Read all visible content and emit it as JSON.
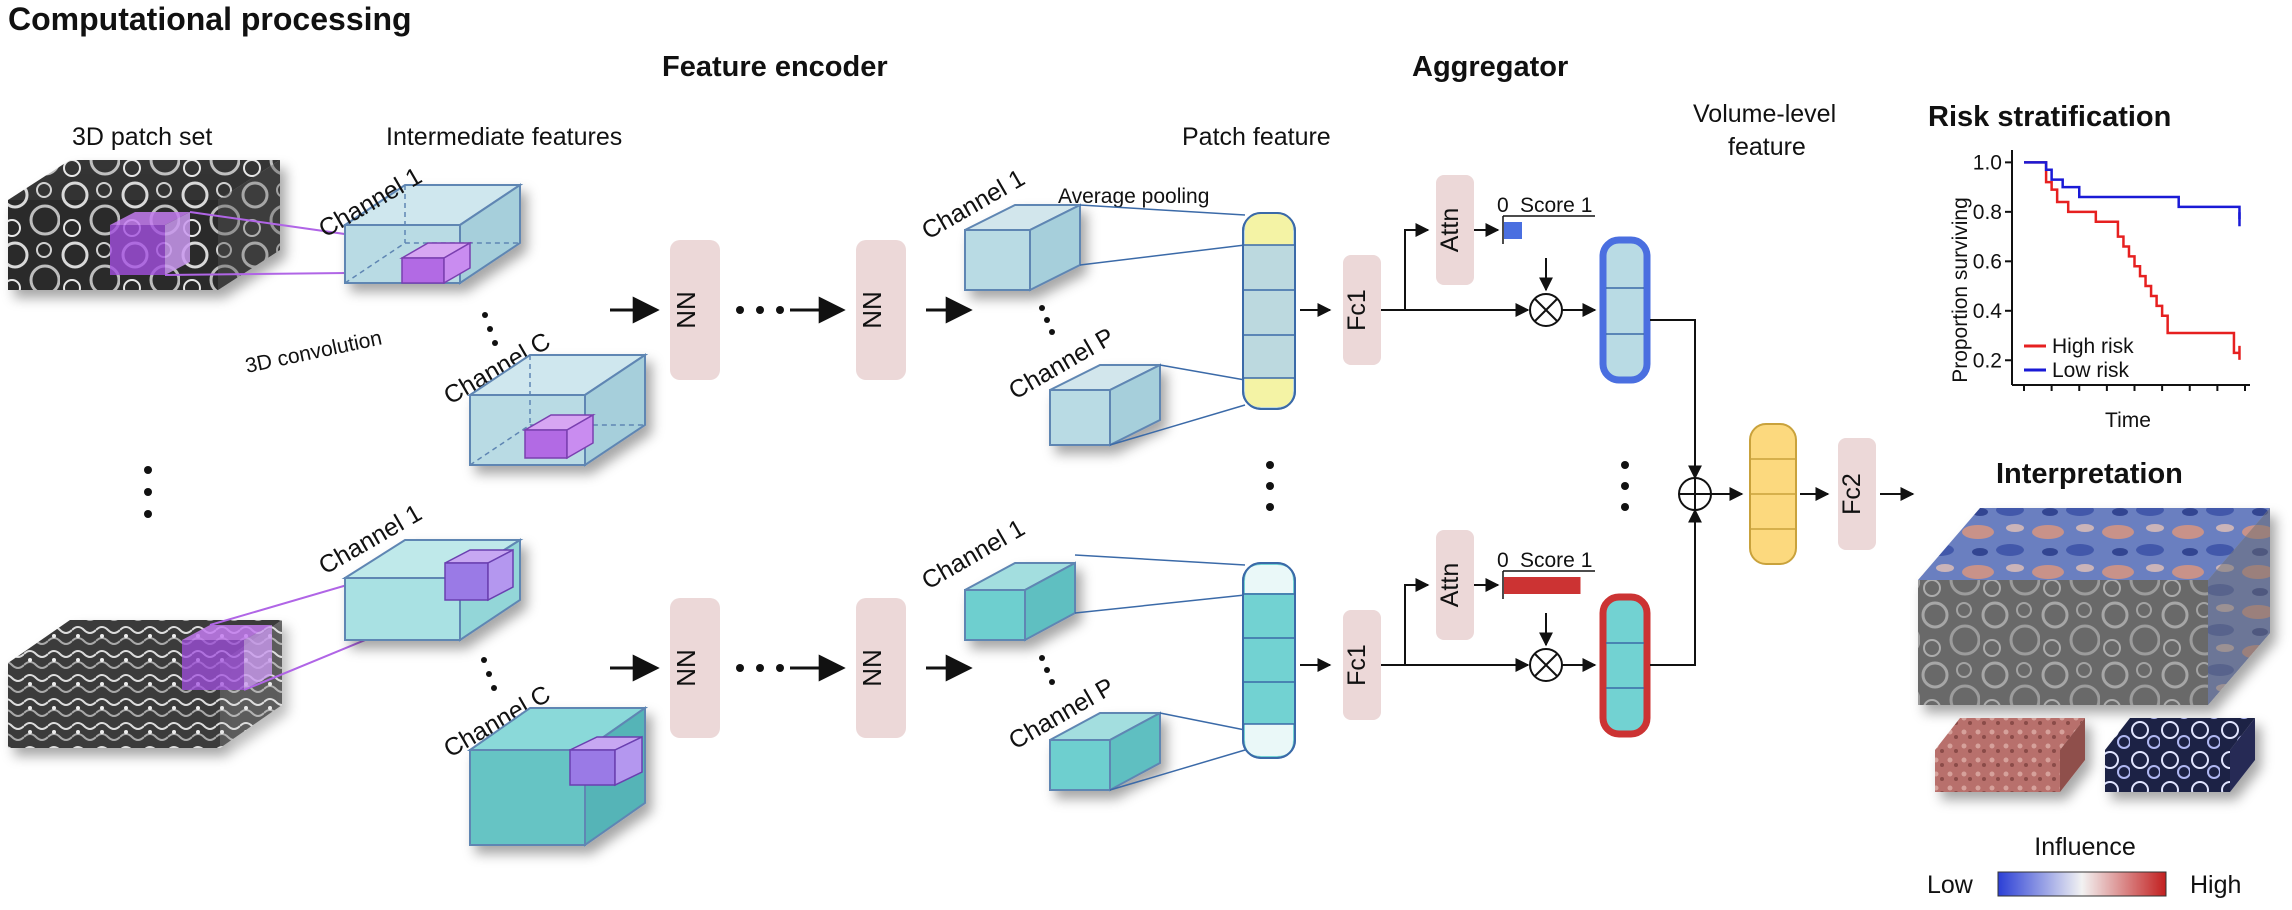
{
  "title": "Computational processing",
  "sections": {
    "feature_encoder": "Feature encoder",
    "aggregator": "Aggregator",
    "risk_stratification": "Risk stratification",
    "interpretation": "Interpretation"
  },
  "labels": {
    "patch_set": "3D patch set",
    "intermediate_features": "Intermediate features",
    "patch_feature": "Patch feature",
    "volume_level_feature_line1": "Volume-level",
    "volume_level_feature_line2": "feature",
    "average_pooling": "Average pooling",
    "conv3d": "3D convolution",
    "channel_1": "Channel 1",
    "channel_c": "Channel C",
    "channel_p": "Channel P",
    "nn": "NN",
    "fc1": "Fc1",
    "fc2": "Fc2",
    "attn": "Attn",
    "score_zero": "0",
    "score_label": "Score 1",
    "influence": "Influence",
    "low": "Low",
    "high": "High"
  },
  "attention_scores": [
    0.2,
    0.85
  ],
  "colors": {
    "top_branch": "#4a6fe0",
    "bottom_branch": "#cc3333",
    "pooled_yellow": "#f6f3a4",
    "nn_block": "#ecd8d8",
    "top_cube": "#b9dbe4",
    "bottom_cube": "#6ecfcf",
    "purple": "#b065e6"
  },
  "chart_data": {
    "type": "line",
    "title": "Risk stratification",
    "xlabel": "Time",
    "ylabel": "Proportion surviving",
    "ylim": [
      0.1,
      1.05
    ],
    "yticks": [
      0.2,
      0.4,
      0.6,
      0.8,
      1.0
    ],
    "ytick_labels": [
      "0.2",
      "0.4",
      "0.6",
      "0.8",
      "1.0"
    ],
    "xlim": [
      0,
      20
    ],
    "legend_position": "bottom-left",
    "series": [
      {
        "name": "High risk",
        "color": "#e62020",
        "x": [
          0,
          1.5,
          2,
          2.5,
          3,
          4,
          5.5,
          6.5,
          8.5,
          9,
          9.5,
          10,
          10.5,
          11,
          11.5,
          12,
          12.5,
          13,
          14,
          19,
          19.5
        ],
        "y": [
          1.0,
          1.0,
          0.92,
          0.89,
          0.84,
          0.8,
          0.8,
          0.76,
          0.7,
          0.66,
          0.62,
          0.58,
          0.54,
          0.5,
          0.46,
          0.42,
          0.38,
          0.31,
          0.31,
          0.23,
          0.23
        ]
      },
      {
        "name": "Low risk",
        "color": "#1a1ad6",
        "x": [
          0,
          1.5,
          2,
          2.5,
          3.5,
          5,
          9,
          14,
          19.5
        ],
        "y": [
          1.0,
          1.0,
          0.97,
          0.93,
          0.9,
          0.86,
          0.86,
          0.82,
          0.77
        ]
      }
    ]
  }
}
